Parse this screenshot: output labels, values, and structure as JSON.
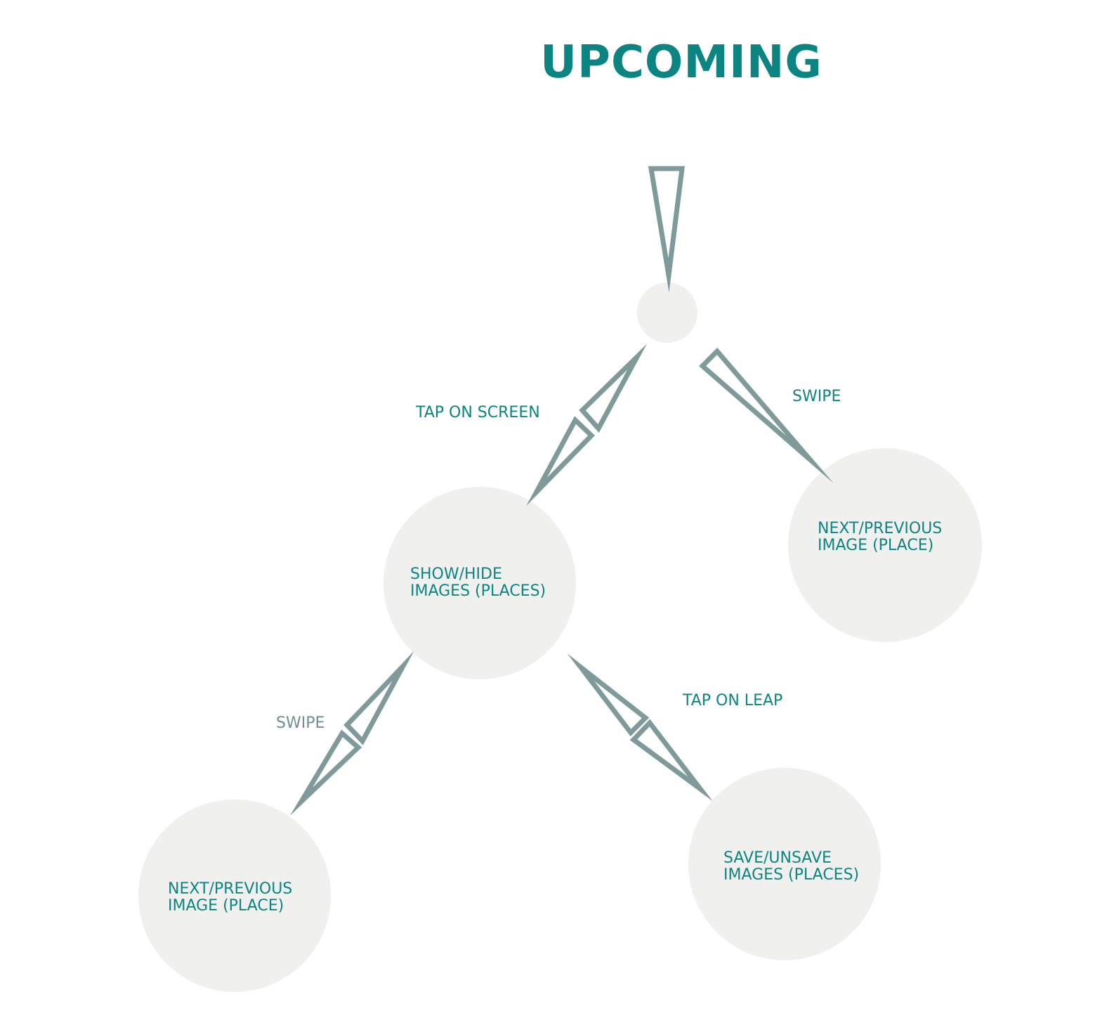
{
  "title": "UPCOMING",
  "colors": {
    "title": "#0c8582",
    "label_teal": "#0c8582",
    "label_gray": "#6f8f8f",
    "arrow_stroke": "#7f9a9a",
    "node_fill": "#f0f0ee"
  },
  "nodes": {
    "start": {
      "label_lines": []
    },
    "show_hide": {
      "label_lines": [
        "SHOW/HIDE",
        "IMAGES (PLACES)"
      ]
    },
    "next_prev_right": {
      "label_lines": [
        "NEXT/PREVIOUS",
        "IMAGE (PLACE)"
      ]
    },
    "next_prev_left": {
      "label_lines": [
        "NEXT/PREVIOUS",
        "IMAGE (PLACE)"
      ]
    },
    "save_unsave": {
      "label_lines": [
        "SAVE/UNSAVE",
        "IMAGES (PLACES)"
      ]
    }
  },
  "edges": {
    "tap_on_screen": "TAP ON SCREEN",
    "swipe_right": "SWIPE",
    "swipe_left": "SWIPE",
    "tap_on_leap": "TAP ON LEAP"
  }
}
